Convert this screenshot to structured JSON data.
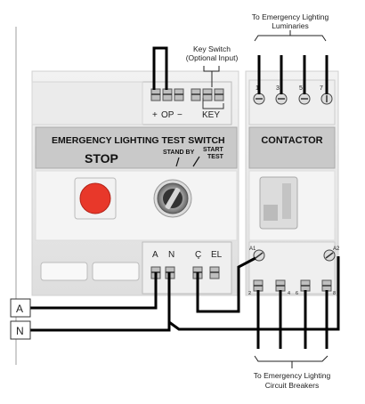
{
  "timer": {
    "title": "EMERGENCY LIGHTING TEST SWITCH",
    "status": "STOP",
    "switch_labels": {
      "standby": "STAND BY",
      "start_line1": "START",
      "start_line2": "TEST"
    },
    "top_terminals": {
      "plus": "+",
      "op": "OP",
      "minus": "−",
      "key": "KEY"
    },
    "bottom_terminals": [
      "A",
      "N",
      "Ç",
      "EL"
    ]
  },
  "key_switch_note": {
    "line1": "Key Switch",
    "line2": "(Optional Input)"
  },
  "contactor": {
    "title": "CONTACTOR",
    "top_terminals": [
      "1",
      "3",
      "5",
      "7"
    ],
    "bottom_terminals": [
      "2",
      "4",
      "6",
      "8"
    ],
    "coil_terminals": [
      "A1",
      "A2"
    ]
  },
  "luminaires_note": {
    "line1": "To Emergency Lighting",
    "line2": "Luminaries"
  },
  "breakers_note": {
    "line1": "To Emergency Lighting",
    "line2": "Circuit Breakers"
  },
  "supply": {
    "phase": "A",
    "neutral": "N"
  },
  "colors": {
    "panel": "#e5e5e5",
    "banner": "#c9c9c9",
    "stop_button": "#e8382a",
    "wire": "#000000"
  },
  "icons": [
    "stop-button",
    "key-switch-icon",
    "screw-terminal-icon"
  ]
}
